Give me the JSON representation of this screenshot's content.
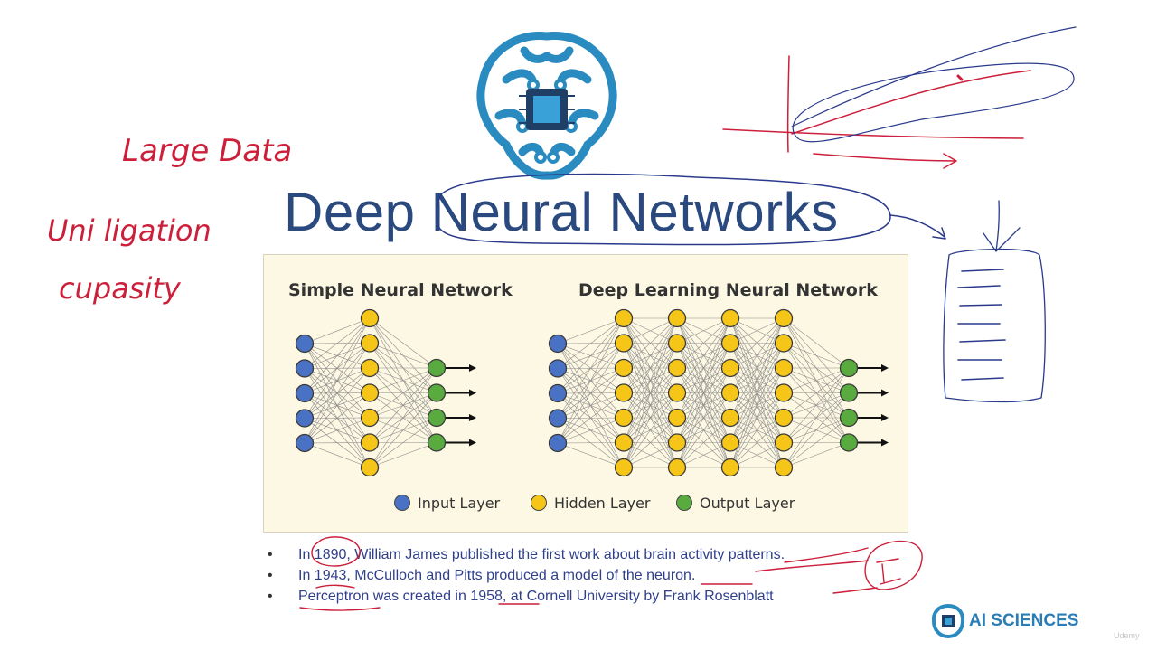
{
  "slide": {
    "title": "Deep Neural Networks",
    "figure": {
      "left_label": "Simple Neural Network",
      "right_label": "Deep Learning Neural Network",
      "legend": [
        {
          "label": "Input Layer",
          "color": "#4a72c4"
        },
        {
          "label": "Hidden Layer",
          "color": "#f5c518"
        },
        {
          "label": "Output Layer",
          "color": "#5aab3f"
        }
      ]
    },
    "bullets": [
      "In 1890, William James published the first work about brain activity patterns.",
      "In 1943, McCulloch and Pitts produced a model of the neuron.",
      "Perceptron was created in 1958, at Cornell University by Frank Rosenblatt"
    ],
    "bullet_marker": "•",
    "brand": "AI SCIENCES",
    "watermark": "Udemy"
  },
  "handwriting": {
    "line1": "Large Data",
    "line2": "Uni ligation",
    "line3": "cupasity"
  },
  "colors": {
    "title": "#2a4a7f",
    "brain_logo": "#2a8bc1",
    "annotation_red": "#cc1f3a",
    "annotation_blue": "#2a3a8c"
  }
}
